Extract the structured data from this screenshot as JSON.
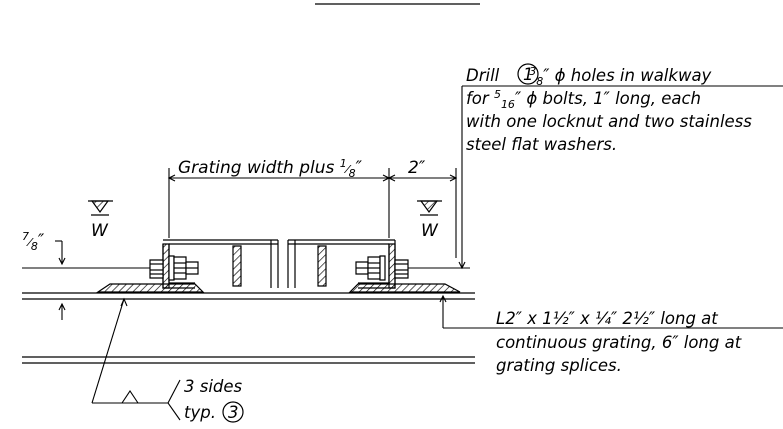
{
  "dimensions": {
    "grating_width": {
      "text": "Grating width plus ",
      "frac_num": "1",
      "frac_den": "8",
      "unit": "″"
    },
    "edge_distance": "2″",
    "bolt_height": {
      "frac_num": "7",
      "frac_den": "8",
      "unit": "″"
    }
  },
  "weld_markers": {
    "left_label": "W",
    "right_label": "W"
  },
  "drill_note": {
    "w1": "Drill",
    "circled_num": "1",
    "w2a_num": "3",
    "w2a_den": "8",
    "w2b": "″ ϕ holes in walkway",
    "l2a": "for ",
    "l2b_num": "5",
    "l2b_den": "16",
    "l2c": "″ ϕ bolts, 1″ long, each",
    "l3": "with one locknut and two stainless",
    "l4": "steel flat washers."
  },
  "angle_note": {
    "l1": "L2″ x 1½″ x ¼″ 2½″ long at",
    "l2": "continuous grating, 6″ long at",
    "l3": "grating splices."
  },
  "weld_note": {
    "l1": "3 sides",
    "l2": "typ.",
    "circled_num": "3"
  }
}
